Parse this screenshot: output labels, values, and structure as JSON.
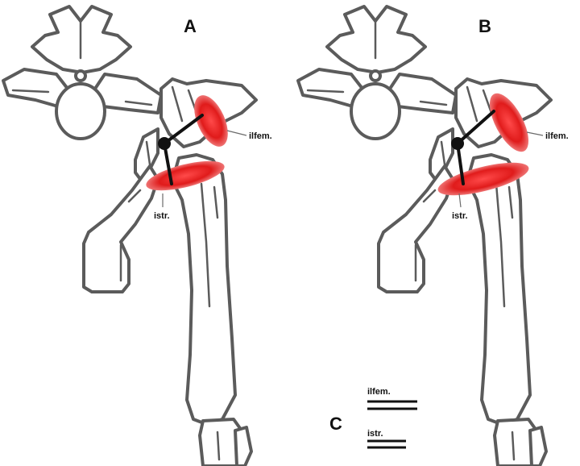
{
  "panels": [
    {
      "letter": "A",
      "muscles": {
        "ilfem": "ilfem.",
        "istr": "istr."
      }
    },
    {
      "letter": "B",
      "muscles": {
        "ilfem": "ilfem.",
        "istr": "istr."
      }
    }
  ],
  "legend": {
    "letter": "C",
    "items": [
      {
        "label": "ilfem.",
        "line_count": 2
      },
      {
        "label": "istr.",
        "line_count": 2
      }
    ]
  },
  "colors": {
    "bone_outline": "#5b5b5b",
    "muscle_red": "#e01b1b",
    "lever_arm": "#111111"
  }
}
